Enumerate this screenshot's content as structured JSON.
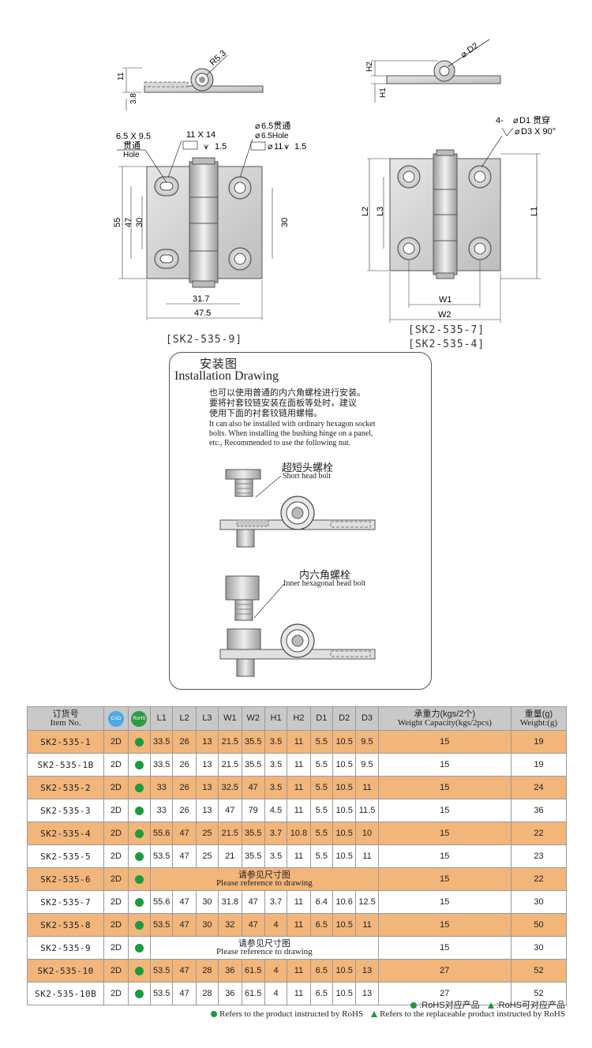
{
  "drawing": {
    "side_view_left": {
      "r_label": "R5.3",
      "dim_h": "11",
      "dim_h2": "3.8"
    },
    "side_view_right": {
      "d2_label": "D2",
      "h2_label": "H2",
      "h1_label": "H1"
    },
    "left_front": {
      "slot_label": "6.5 X 9.5",
      "slot_cn": "贯通",
      "slot_en": "Hole",
      "cbore_label": "11 X 14",
      "cbore_depth": "1.5",
      "hole_label": "6.5贯通",
      "hole_label2": "6.5Hole",
      "hole_cbore": "11",
      "hole_cbore_depth": "1.5",
      "dim_55": "55",
      "dim_47": "47",
      "dim_30_left": "30",
      "dim_30_right": "30",
      "dim_31_7": "31.7",
      "dim_47_5": "47.5",
      "model": "[SK2-535-9]"
    },
    "right_front": {
      "hole_label": "4- ",
      "d1_label": "D1 贯穿",
      "d3_label": "D3  X 90°",
      "l1": "L1",
      "l2": "L2",
      "l3": "L3",
      "w1": "W1",
      "w2": "W2",
      "model_a": "[SK2-535-7]",
      "model_b": "[SK2-535-4]"
    }
  },
  "install": {
    "title_cn": "安装图",
    "title_en": "Installation Drawing",
    "note_cn_1": "也可以使用普通的内六角螺栓进行安装。",
    "note_cn_2": "要将衬套铰链安装在面板等处时，建议",
    "note_cn_3": "使用下面的衬套铰链用螺帽。",
    "note_en_1": "It can also be installed with ordinary hexagon socket",
    "note_en_2": "bolts. When installing the bushing hinge on a panel,",
    "note_en_3": "etc., Recommended to use the following nut.",
    "bolt1_cn": "超短头螺栓",
    "bolt1_en": "Short head bolt",
    "bolt2_cn": "内六角螺栓",
    "bolt2_en": "Inner hexagonal head bolt"
  },
  "table": {
    "headers": {
      "item_cn": "订货号",
      "item_en": "Item No.",
      "cad": "CAD",
      "rohs": "RoHS",
      "cols": [
        "L1",
        "L2",
        "L3",
        "W1",
        "W2",
        "H1",
        "H2",
        "D1",
        "D2",
        "D3"
      ],
      "weight_cap_cn": "承重力(kgs/2个)",
      "weight_cap_en": "Weight Capacity(kgs/2pcs)",
      "weight_cn": "重量(g)",
      "weight_en": "Weight:(g)"
    },
    "refer_cn": "请参见尺寸图",
    "refer_en": "Please reference to drawing",
    "rows": [
      {
        "item": "SK2-535-1",
        "cad": "2D",
        "dims": [
          "33.5",
          "26",
          "13",
          "21.5",
          "35.5",
          "3.5",
          "11",
          "5.5",
          "10.5",
          "9.5"
        ],
        "cap": "15",
        "weight": "19"
      },
      {
        "item": "SK2-535-1B",
        "cad": "2D",
        "dims": [
          "33.5",
          "26",
          "13",
          "21.5",
          "35.5",
          "3.5",
          "11",
          "5.5",
          "10.5",
          "9.5"
        ],
        "cap": "15",
        "weight": "19"
      },
      {
        "item": "SK2-535-2",
        "cad": "2D",
        "dims": [
          "33",
          "26",
          "13",
          "32.5",
          "47",
          "3.5",
          "11",
          "5.5",
          "10.5",
          "11"
        ],
        "cap": "15",
        "weight": "24"
      },
      {
        "item": "SK2-535-3",
        "cad": "2D",
        "dims": [
          "33",
          "26",
          "13",
          "47",
          "79",
          "4.5",
          "11",
          "5.5",
          "10.5",
          "11.5"
        ],
        "cap": "15",
        "weight": "36"
      },
      {
        "item": "SK2-535-4",
        "cad": "2D",
        "dims": [
          "55.6",
          "47",
          "25",
          "21.5",
          "35.5",
          "3.7",
          "10.8",
          "5.5",
          "10.5",
          "10"
        ],
        "cap": "15",
        "weight": "22"
      },
      {
        "item": "SK2-535-5",
        "cad": "2D",
        "dims": [
          "53.5",
          "47",
          "25",
          "21",
          "35.5",
          "3.5",
          "11",
          "5.5",
          "10.5",
          "11"
        ],
        "cap": "15",
        "weight": "23"
      },
      {
        "item": "SK2-535-6",
        "cad": "2D",
        "refer": true,
        "cap": "15",
        "weight": "22"
      },
      {
        "item": "SK2-535-7",
        "cad": "2D",
        "dims": [
          "55.6",
          "47",
          "30",
          "31.8",
          "47",
          "3.7",
          "11",
          "6.4",
          "10.6",
          "12.5"
        ],
        "cap": "15",
        "weight": "30"
      },
      {
        "item": "SK2-535-8",
        "cad": "2D",
        "dims": [
          "53.5",
          "47",
          "30",
          "32",
          "47",
          "4",
          "11",
          "6.5",
          "10.5",
          "11"
        ],
        "cap": "15",
        "weight": "50"
      },
      {
        "item": "SK2-535-9",
        "cad": "2D",
        "refer": true,
        "cap": "15",
        "weight": "30"
      },
      {
        "item": "SK2-535-10",
        "cad": "2D",
        "dims": [
          "53.5",
          "47",
          "28",
          "36",
          "61.5",
          "4",
          "11",
          "6.5",
          "10.5",
          "13"
        ],
        "cap": "27",
        "weight": "52"
      },
      {
        "item": "SK2-535-10B",
        "cad": "2D",
        "dims": [
          "53.5",
          "47",
          "28",
          "36",
          "61.5",
          "4",
          "11",
          "6.5",
          "10.5",
          "13"
        ],
        "cap": "27",
        "weight": "52"
      }
    ]
  },
  "legend": {
    "line1_a": ":RoHS对应产品",
    "line1_b": ":RoHS可对应产品",
    "line2_a": "Refers to the product instructed by RoHS",
    "line2_b": "Refers to the replaceable product instructed by RoHS"
  },
  "colors": {
    "odd_row": "#f2b57a",
    "header": "#c9c9c9",
    "rohs_green": "#1a9b3d",
    "cad_blue": "#4aa9e6"
  }
}
